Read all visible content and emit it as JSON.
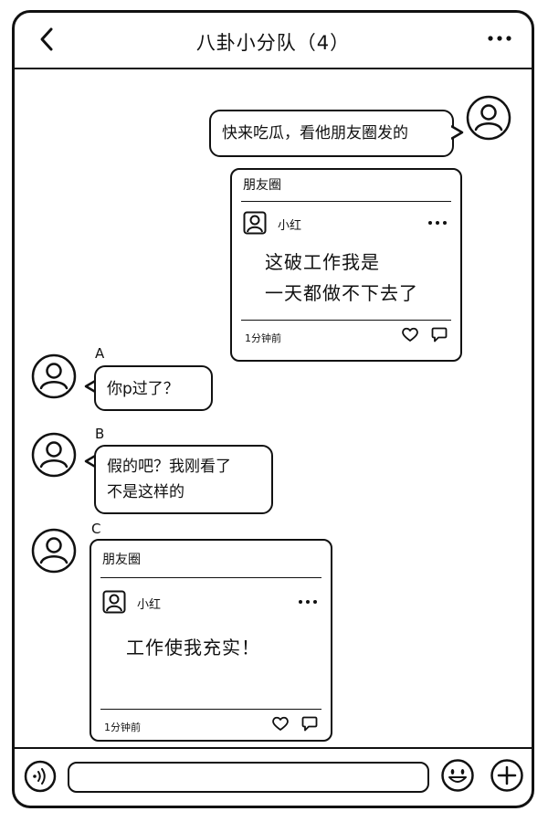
{
  "header": {
    "title": "八卦小分队（4）"
  },
  "messages": {
    "m1": {
      "text": "快来吃瓜，看他朋友圈发的"
    },
    "card1": {
      "header": "朋友圈",
      "username": "小红",
      "line1": "这破工作我是",
      "line2": "一天都做不下去了",
      "time": "1分钟前"
    },
    "a": {
      "name": "A",
      "text": "你p过了？"
    },
    "b": {
      "name": "B",
      "line1": "假的吧？我刚看了",
      "line2": "不是这样的"
    },
    "c": {
      "name": "C",
      "card": {
        "header": "朋友圈",
        "username": "小红",
        "text": "工作使我充实！",
        "time": "1分钟前"
      }
    }
  },
  "icons": {
    "back": "chevron-left-icon",
    "more": "more-dots-icon",
    "voice": "voice-icon",
    "emoji": "emoji-icon",
    "plus": "plus-icon"
  }
}
